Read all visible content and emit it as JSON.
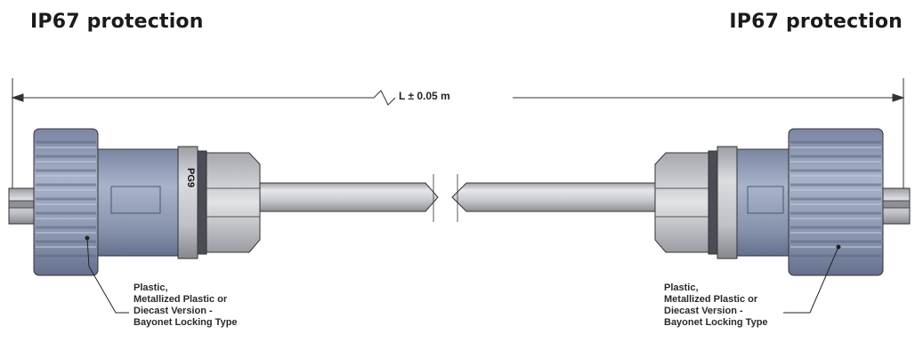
{
  "headings": {
    "left": "IP67 protection",
    "right": "IP67 protection"
  },
  "dimension": {
    "label": "L ± 0.05 m"
  },
  "connector_left": {
    "marking": "PG9",
    "callout_lines": [
      "Plastic,",
      "Metallized Plastic or",
      "Diecast Version -",
      "Bayonet Locking Type"
    ]
  },
  "connector_right": {
    "callout_lines": [
      "Plastic,",
      "Metallized Plastic or",
      "Diecast Version -",
      "Bayonet Locking Type"
    ]
  },
  "colors": {
    "nut_fill": "#8f9bb5",
    "nut_rib_dark": "#6a7594",
    "metal_fill": "#c4c6cb",
    "cable_fill": "#c9cacf",
    "outline": "#333333"
  }
}
